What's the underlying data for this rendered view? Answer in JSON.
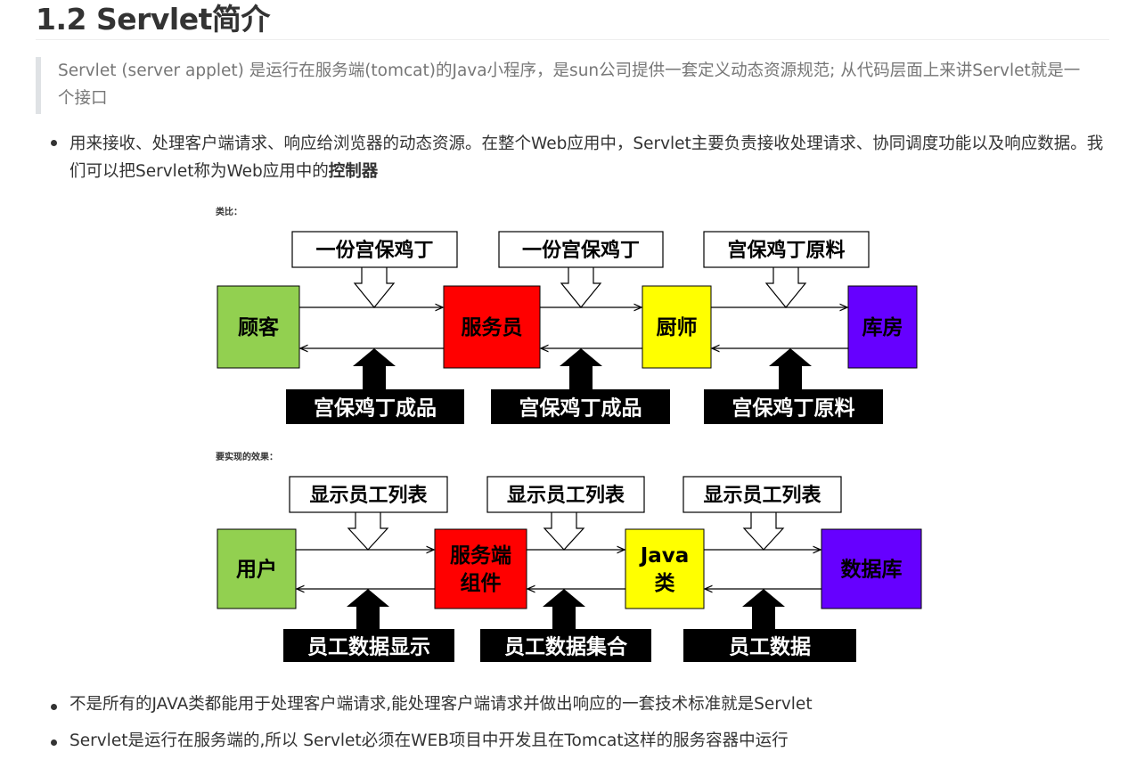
{
  "heading": "1.2 Servlet简介",
  "quote": "Servlet  (server applet) 是运行在服务端(tomcat)的Java小程序，是sun公司提供一套定义动态资源规范; 从代码层面上来讲Servlet就是一个接口",
  "bullet1": {
    "text": "用来接收、处理客户端请求、响应给浏览器的动态资源。在整个Web应用中，Servlet主要负责接收处理请求、协同调度功能以及响应数据。我们可以把Servlet称为Web应用中的",
    "bold": "控制器"
  },
  "diagram1": {
    "label": "类比：",
    "boxes": [
      "顾客",
      "服务员",
      "厨师",
      "库房"
    ],
    "colors": [
      "#92d050",
      "#ff0000",
      "#ffff00",
      "#6600ff"
    ],
    "top_callouts": [
      "一份宫保鸡丁",
      "一份宫保鸡丁",
      "宫保鸡丁原料"
    ],
    "bottom_callouts": [
      "宫保鸡丁成品",
      "宫保鸡丁成品",
      "宫保鸡丁原料"
    ]
  },
  "diagram2": {
    "label": "要实现的效果：",
    "boxes": [
      [
        "用户"
      ],
      [
        "服务端",
        "组件"
      ],
      [
        "Java",
        "类"
      ],
      [
        "数据库"
      ]
    ],
    "colors": [
      "#92d050",
      "#ff0000",
      "#ffff00",
      "#6600ff"
    ],
    "top_callouts": [
      "显示员工列表",
      "显示员工列表",
      "显示员工列表"
    ],
    "bottom_callouts": [
      "员工数据显示",
      "员工数据集合",
      "员工数据"
    ]
  },
  "bullet2": "不是所有的JAVA类都能用于处理客户端请求,能处理客户端请求并做出响应的一套技术标准就是Servlet",
  "bullet3": "Servlet是运行在服务端的,所以 Servlet必须在WEB项目中开发且在Tomcat这样的服务容器中运行"
}
